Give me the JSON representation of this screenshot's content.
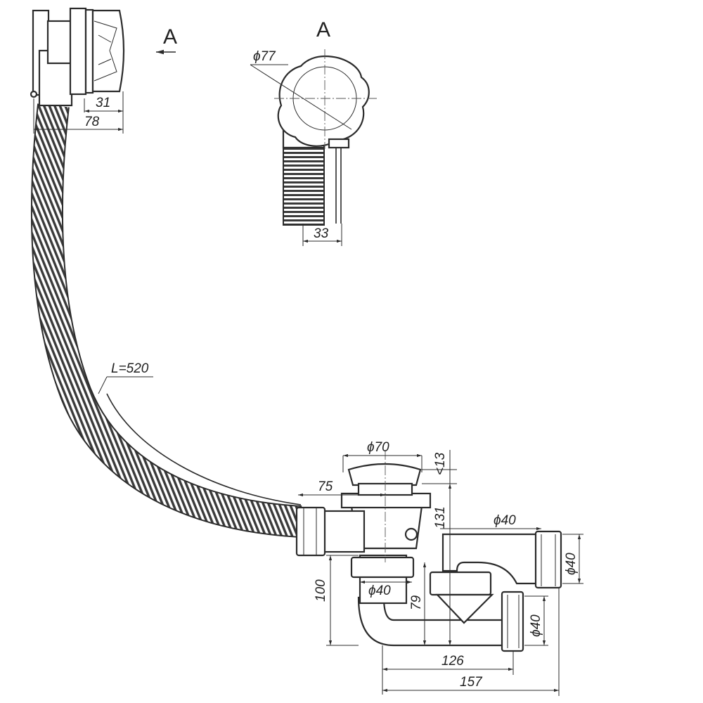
{
  "view_labels": {
    "section_marker": "A",
    "view_title": "A"
  },
  "dimensions": {
    "d31": "31",
    "d78": "78",
    "d77": "ϕ77",
    "d33": "33",
    "hose_length": "L=520",
    "d70": "ϕ70",
    "d75": "75",
    "d13": "<13",
    "d131": "131",
    "d40_top": "ϕ40",
    "d40_right": "ϕ40",
    "d40_mid": "ϕ40",
    "d40_low": "ϕ40",
    "d100": "100",
    "d79": "79",
    "d126": "126",
    "d157": "157"
  }
}
